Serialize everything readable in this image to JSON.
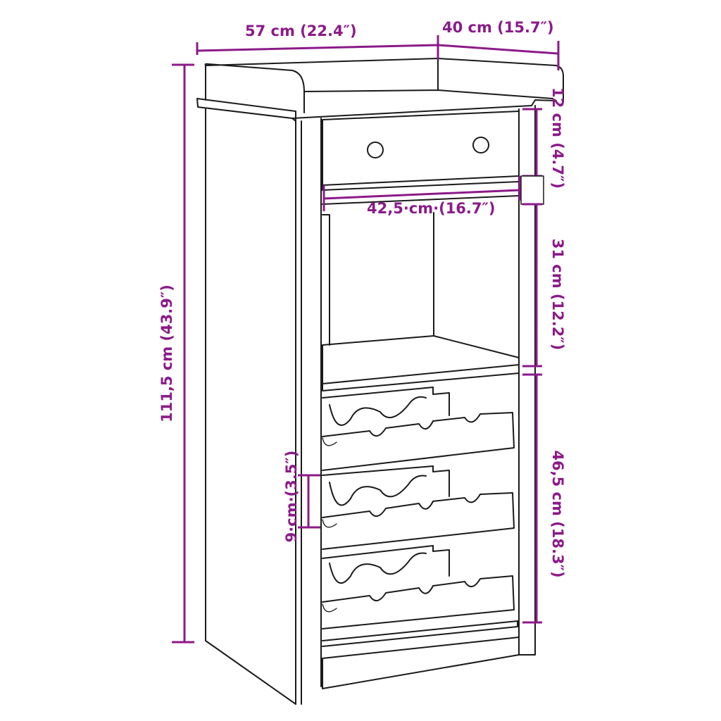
{
  "diagram": {
    "subject": "Wine cabinet with drawer, open shelf and three wine racks",
    "accent_color": "#8b1a89",
    "line_color": "#1a1a1a",
    "background": "#ffffff"
  },
  "dimensions": {
    "width": "57 cm (22.4″)",
    "depth": "40 cm (15.7″)",
    "height_total": "111,5 cm (43.9″)",
    "drawer_height": "12 cm (4.7″)",
    "inner_width": "42,5·cm·(16.7″)",
    "shelf_height": "31 cm (12.2″)",
    "rack_section_height": "46,5 cm (18.3″)",
    "rack_spacing": "9·cm·(3.5″)"
  },
  "components": {
    "drawer_knobs": 2,
    "wine_rack_rows": 3,
    "bottle_slots_per_row_front": 4,
    "bottle_slots_per_row_back": 3
  }
}
